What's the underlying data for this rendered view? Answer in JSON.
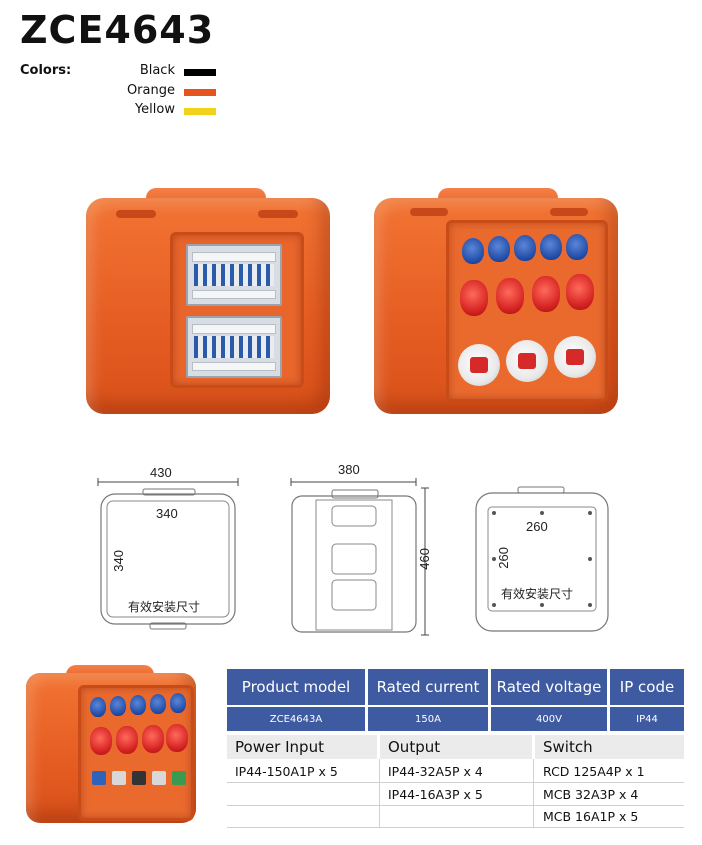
{
  "title": "ZCE4643",
  "colors": {
    "label": "Colors:",
    "items": [
      {
        "name": "Black",
        "hex": "#000000"
      },
      {
        "name": "Orange",
        "hex": "#e5531f"
      },
      {
        "name": "Yellow",
        "hex": "#f2d21b"
      }
    ]
  },
  "drawings": {
    "front": {
      "width": "430",
      "inner": "340",
      "height": "340",
      "label": "有效安装尺寸"
    },
    "side": {
      "width": "380",
      "height": "460"
    },
    "back": {
      "inner_w": "260",
      "inner_h": "260",
      "label": "有效安装尺寸"
    }
  },
  "table": {
    "headers": [
      "Product model",
      "Rated current",
      "Rated voltage",
      "IP code"
    ],
    "values": [
      "ZCE4643A",
      "150A",
      "400V",
      "IP44"
    ],
    "sections": [
      "Power Input",
      "Output",
      "Switch"
    ],
    "power_input": [
      "IP44-150A1P  x 5"
    ],
    "output": [
      "IP44-32A5P  x 4",
      "IP44-16A3P  x 5"
    ],
    "switch": [
      "RCD 125A4P  x 1",
      "MCB 32A3P  x 4",
      "MCB 16A1P  x 5"
    ]
  }
}
